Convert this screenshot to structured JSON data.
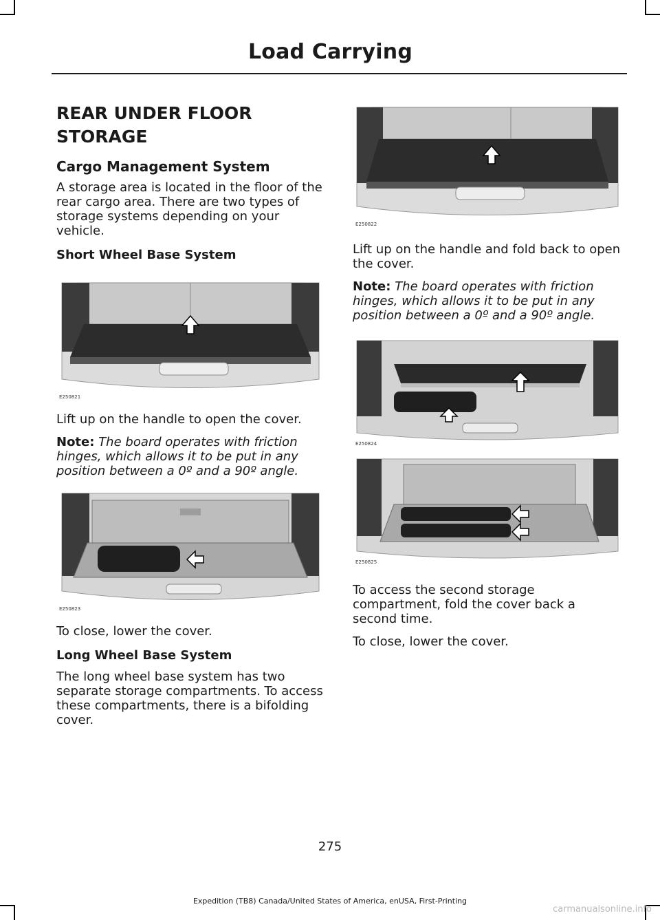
{
  "header": {
    "title": "Load Carrying"
  },
  "left": {
    "section_title": "REAR UNDER FLOOR STORAGE",
    "subtitle": "Cargo Management System",
    "intro": "A storage area is located in the floor of the rear cargo area. There are two types of storage systems depending on your vehicle.",
    "short_heading": "Short Wheel Base System",
    "fig1_code": "E250821",
    "step1": "Lift up on the handle to open the cover.",
    "note1_label": "Note:",
    "note1_text": "The board operates with friction hinges, which allows it to be put in any position between a 0º and a 90º angle.",
    "fig2_code": "E250823",
    "close1": "To close, lower the cover.",
    "long_heading": "Long Wheel Base System",
    "long_text": "The long wheel base system has two separate storage compartments. To access these compartments, there is a bifolding cover."
  },
  "right": {
    "fig3_code": "E250822",
    "step2": "Lift up on the handle and fold back to open the cover.",
    "note2_label": "Note:",
    "note2_text": "The board operates with friction hinges, which allows it to be put in any position between a 0º and a 90º angle.",
    "fig4_code": "E250824",
    "fig5_code": "E250825",
    "second": "To access the second storage compartment, fold the cover back a second time.",
    "close2": "To close, lower the cover."
  },
  "footer": {
    "page_number": "275",
    "text": "Expedition (TB8) Canada/United States of America, enUSA, First-Printing"
  },
  "watermark": "carmanualsonline.info"
}
